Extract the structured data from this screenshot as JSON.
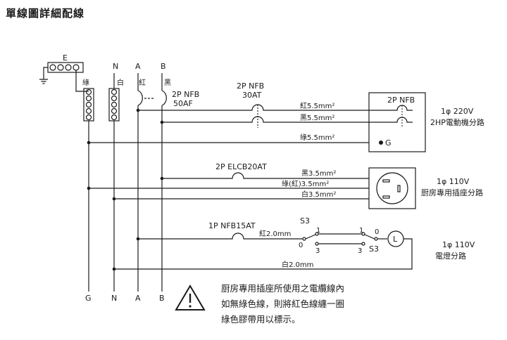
{
  "title": "單線圖詳細配線",
  "bus": {
    "ground_box": "E",
    "top_labels": [
      "N",
      "A",
      "B"
    ],
    "bar_labels": [
      "綠",
      "白",
      "紅",
      "黑"
    ],
    "bottom_labels": [
      "G",
      "N",
      "A",
      "B"
    ]
  },
  "main_breaker": {
    "name": "2P NFB",
    "rating": "50AF"
  },
  "circuits": {
    "c220": {
      "breaker_name": "2P NFB",
      "breaker_rating": "30AT",
      "wire_red": "紅5.5mm²",
      "wire_black": "黑5.5mm²",
      "wire_green": "綠5.5mm²",
      "box_title": "2P NFB",
      "terminal": "G",
      "load_line1": "1φ  220V",
      "load_line2": "2HP電動機分路"
    },
    "c110socket": {
      "breaker_name": "2P ELCB20AT",
      "wire_black": "黑3.5mm²",
      "wire_green": "綠(紅)3.5mm²",
      "wire_white": "白3.5mm²",
      "load_line1": "1φ  110V",
      "load_line2": "厨房專用插座分路"
    },
    "c110light": {
      "breaker_name": "1P NFB15AT",
      "wire_red": "紅2.0mm",
      "wire_white": "白2.0mm",
      "switch_left": "S3",
      "switch_right": "S3",
      "sw_nums": [
        "1",
        "0",
        "3",
        "1",
        "0",
        "3"
      ],
      "lamp": "L",
      "load_line1": "1φ  110V",
      "load_line2": "電燈分路"
    }
  },
  "caution": {
    "lines": [
      "厨房專用插座所使用之電纜線內",
      "如無綠色線，則將紅色線纏一圈",
      "綠色膠帶用以標示。"
    ]
  }
}
